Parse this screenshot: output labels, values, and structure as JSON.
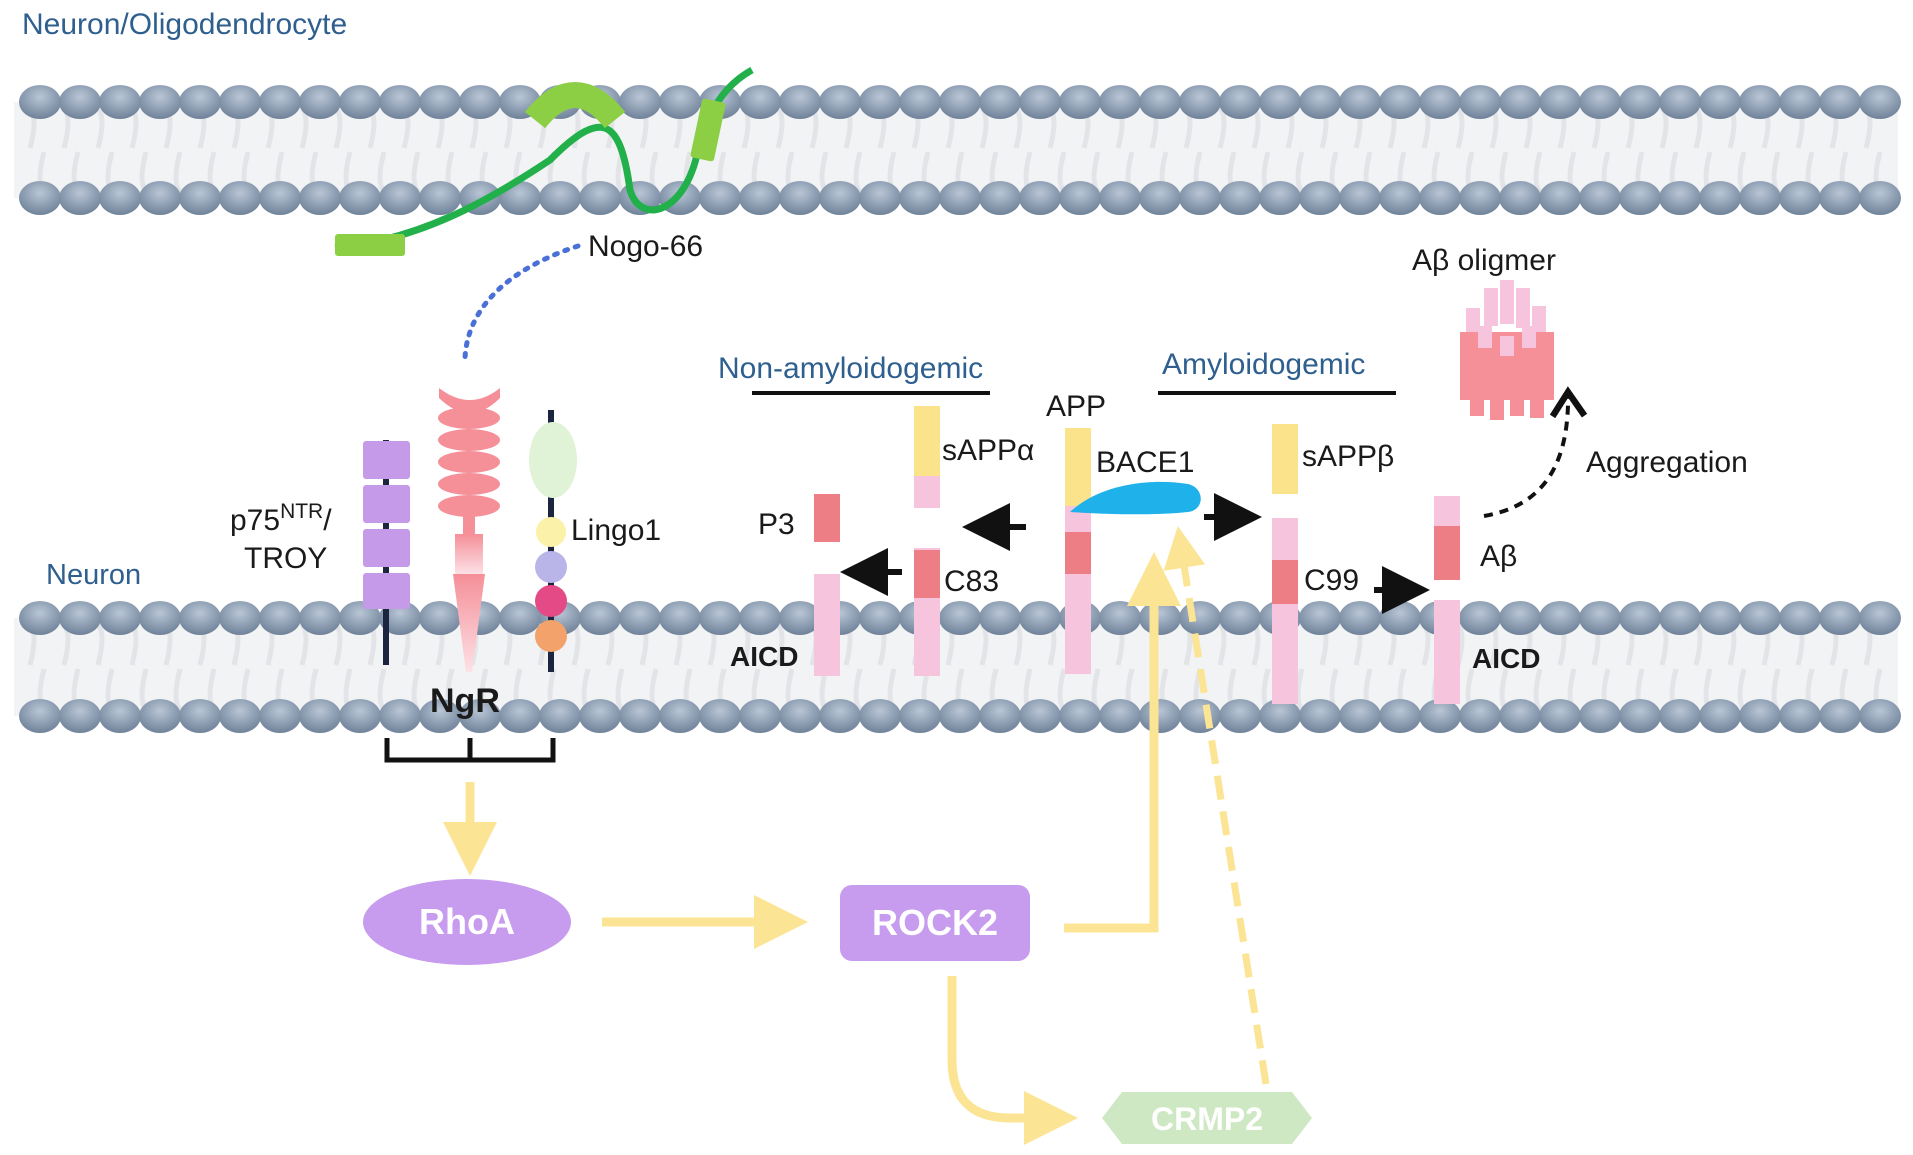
{
  "labels": {
    "top_compartment": "Neuron/Oligodendrocyte",
    "bottom_compartment": "Neuron",
    "nogo": "Nogo-66",
    "p75_main": "p75",
    "p75_sup": "NTR",
    "p75_slash": "/",
    "troy": "TROY",
    "ngr": "NgR",
    "lingo": "Lingo1",
    "non_amyloid": "Non-amyloidogemic",
    "amyloid": "Amyloidogemic",
    "app": "APP",
    "bace1": "BACE1",
    "sapp_alpha": "sAPPα",
    "sapp_beta": "sAPPβ",
    "p3": "P3",
    "c83": "C83",
    "c99": "C99",
    "aicd_left": "AICD",
    "aicd_right": "AICD",
    "abeta": "Aβ",
    "abeta_oligomer": "Aβ oligmer",
    "aggregation": "Aggregation",
    "rhoa": "RhoA",
    "rock2": "ROCK2",
    "crmp2": "CRMP2"
  },
  "colors": {
    "membrane_head": "#8496ad",
    "nogo_green": "#22b04a",
    "nogo_light": "#8ccf45",
    "ngr_pink": "#f58f98",
    "p75_purple": "#c59be9",
    "app_pink": "#f7c4de",
    "app_red": "#ee7e86",
    "app_yellow": "#fbe38c",
    "bace1_blue": "#1fb1e9",
    "signal_yellow": "#fbe493",
    "node_purple": "#c79bee",
    "crmp2_green": "#cfe8c4",
    "label_blue": "#2e5f8f"
  }
}
